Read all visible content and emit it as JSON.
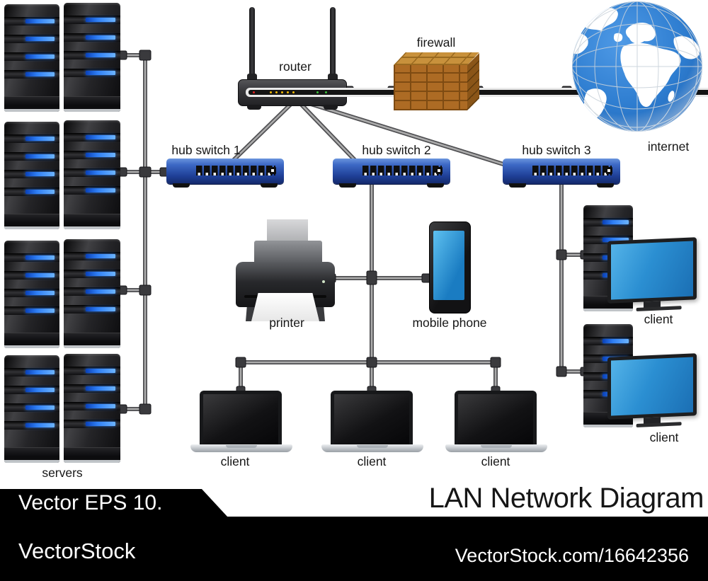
{
  "banner": {
    "eps_label": "Vector EPS 10.",
    "brand": "VectorStock",
    "title": "LAN Network Diagram",
    "watermark": "VectorStock.com/16642356"
  },
  "diagram": {
    "nodes": {
      "servers": {
        "label": "servers",
        "tower_count": 8,
        "groups": 4
      },
      "router": {
        "label": "router"
      },
      "firewall": {
        "label": "firewall"
      },
      "internet": {
        "label": "internet"
      },
      "hub_switch_1": {
        "label": "hub switch 1"
      },
      "hub_switch_2": {
        "label": "hub switch 2"
      },
      "hub_switch_3": {
        "label": "hub switch 3"
      },
      "printer": {
        "label": "printer"
      },
      "mobile_phone": {
        "label": "mobile phone"
      },
      "laptop_client_1": {
        "label": "client"
      },
      "laptop_client_2": {
        "label": "client"
      },
      "laptop_client_3": {
        "label": "client"
      },
      "desktop_client_1": {
        "label": "client"
      },
      "desktop_client_2": {
        "label": "client"
      }
    },
    "connections": [
      {
        "from": "servers",
        "to": "hub_switch_1"
      },
      {
        "from": "router",
        "to": "hub_switch_1"
      },
      {
        "from": "router",
        "to": "hub_switch_2"
      },
      {
        "from": "router",
        "to": "hub_switch_3"
      },
      {
        "from": "router",
        "to": "firewall"
      },
      {
        "from": "firewall",
        "to": "internet"
      },
      {
        "from": "hub_switch_2",
        "to": "printer"
      },
      {
        "from": "hub_switch_2",
        "to": "mobile_phone"
      },
      {
        "from": "hub_switch_2",
        "to": "laptop_client_1"
      },
      {
        "from": "hub_switch_2",
        "to": "laptop_client_2"
      },
      {
        "from": "hub_switch_2",
        "to": "laptop_client_3"
      },
      {
        "from": "hub_switch_3",
        "to": "desktop_client_1"
      },
      {
        "from": "hub_switch_3",
        "to": "desktop_client_2"
      }
    ],
    "colors": {
      "switch_blue": "#2b55a8",
      "led_blue": "#2f7ff5",
      "screen_blue": "#2b8fd2",
      "globe_ocean": "#2e7dd0",
      "brick_orange": "#ad6b24",
      "cable_gray": "#a8a8a8",
      "banner_black": "#000000"
    }
  }
}
